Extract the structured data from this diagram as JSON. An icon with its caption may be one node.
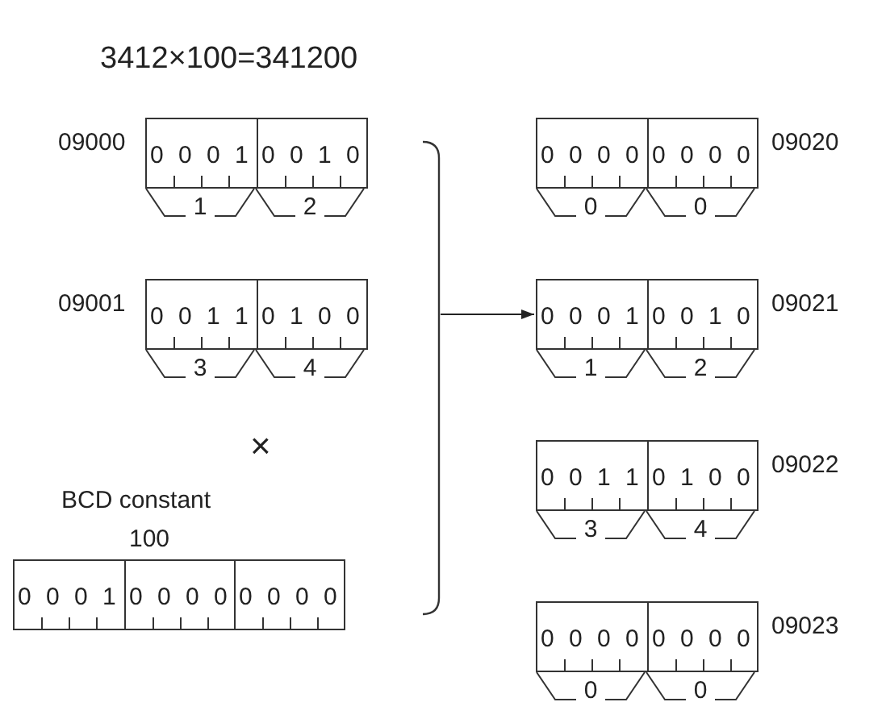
{
  "diagram": {
    "title": "3412×100=341200",
    "nodes": [
      {
        "text": [
          "0 0 0 1",
          "0 0 1 0"
        ],
        "beside": [
          "09000",
          "1",
          "2"
        ]
      },
      {
        "text": [
          "0 0 1 1",
          "0 1 0 0"
        ],
        "beside": [
          "09001",
          "3",
          "4"
        ]
      },
      {
        "text": [
          "0 0 0 1",
          "0 0 0 0",
          "0 0 0 0"
        ],
        "beside": [
          "BCD constant",
          "100"
        ]
      },
      {
        "text": [
          "0 0 0 0",
          "0 0 0 0"
        ],
        "beside": [
          "09020",
          "0",
          "0"
        ]
      },
      {
        "text": [
          "0 0 0 1",
          "0 0 1 0"
        ],
        "beside": [
          "09021",
          "1",
          "2"
        ]
      },
      {
        "text": [
          "0 0 1 1",
          "0 1 0 0"
        ],
        "beside": [
          "09022",
          "3",
          "4"
        ]
      },
      {
        "text": [
          "0 0 0 0",
          "0 0 0 0"
        ],
        "beside": [
          "09023",
          "0",
          "0"
        ]
      }
    ],
    "edges": [
      {
        "from": null,
        "to": 4,
        "arrow": "to"
      }
    ],
    "labels": [
      "×"
    ]
  }
}
